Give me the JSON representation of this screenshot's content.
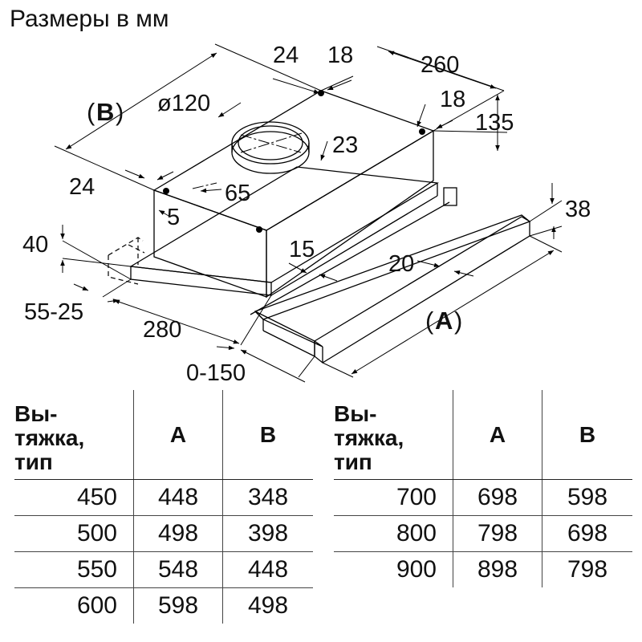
{
  "title": "Размеры в мм",
  "dimensions": {
    "d24_top": "24",
    "d18_top": "18",
    "d260": "260",
    "label_B": "B",
    "d120": "ø120",
    "d18_right": "18",
    "d135": "135",
    "d23": "23",
    "d24_left": "24",
    "d65": "65",
    "d5": "5",
    "d38": "38",
    "d40": "40",
    "d15": "15",
    "d20": "20",
    "d55_25": "55-25",
    "d280": "280",
    "label_A": "A",
    "d0_150": "0-150"
  },
  "tables": {
    "header": {
      "type": "Вы-\nтяжка,\nтип",
      "a": "A",
      "b": "B"
    },
    "left": [
      [
        "450",
        "448",
        "348"
      ],
      [
        "500",
        "498",
        "398"
      ],
      [
        "550",
        "548",
        "448"
      ],
      [
        "600",
        "598",
        "498"
      ]
    ],
    "right": [
      [
        "700",
        "698",
        "598"
      ],
      [
        "800",
        "798",
        "698"
      ],
      [
        "900",
        "898",
        "798"
      ]
    ]
  }
}
